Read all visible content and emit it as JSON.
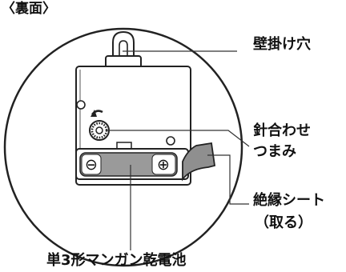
{
  "view_title": "〈裏面〉",
  "labels": {
    "hanger": "壁掛け穴",
    "knob_line1": "針合わせ",
    "knob_line2": "つまみ",
    "sheet_line1": "絶縁シート",
    "sheet_line2": "（取る）",
    "battery": "単3形マンガン乾電池"
  },
  "battery_terminals": {
    "negative": "⊖",
    "positive": "⊕"
  },
  "colors": {
    "outline": "#222222",
    "battery_body": "#9a9a9a",
    "insulating_sheet": "#8f8f8f",
    "background": "#ffffff"
  }
}
